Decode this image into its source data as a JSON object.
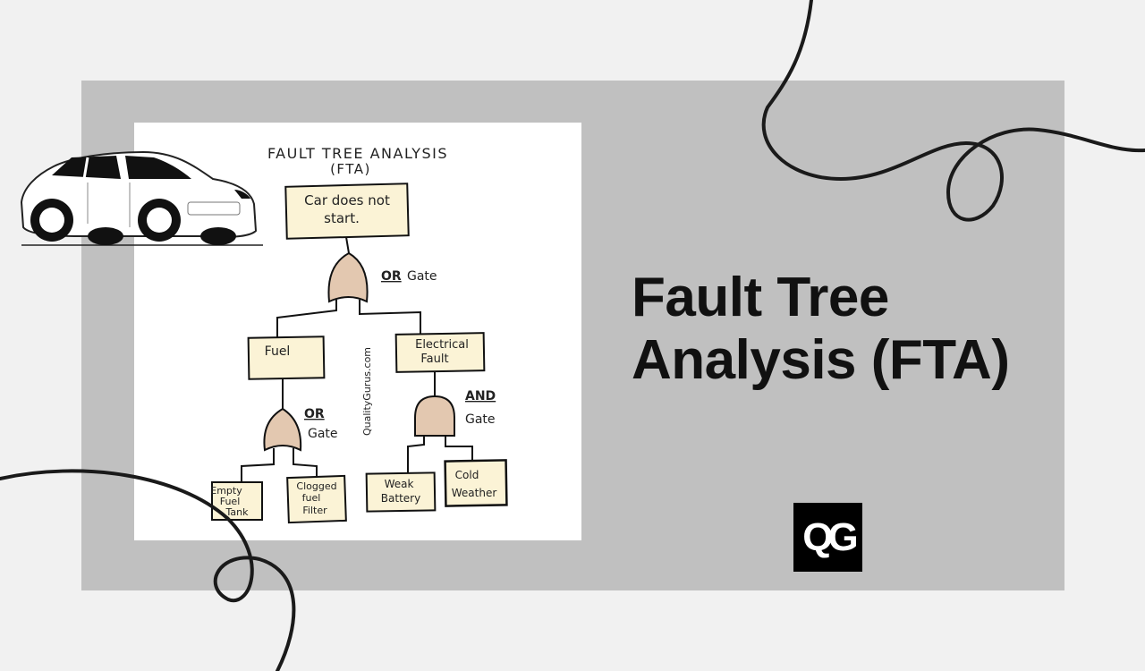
{
  "diagram": {
    "title_line1": "FAULT TREE ANALYSIS",
    "title_line2": "(FTA)",
    "top_event_line1": "Car does not",
    "top_event_line2": "start.",
    "or_gate_main_label1": "OR",
    "or_gate_main_label2": "Gate",
    "fuel_label": "Fuel",
    "electrical_line1": "Electrical",
    "electrical_line2": "Fault",
    "or_gate_fuel_label1": "OR",
    "or_gate_fuel_label2": "Gate",
    "and_gate_label1": "AND",
    "and_gate_label2": "Gate",
    "watermark": "QualityGurus.com",
    "empty_fuel_line1": "Empty",
    "empty_fuel_line2": "Fuel",
    "empty_fuel_line3": "Tank",
    "clogged_line1": "Clogged",
    "clogged_line2": "fuel",
    "clogged_line3": "Filter",
    "weak_battery_line1": "Weak",
    "weak_battery_line2": "Battery",
    "cold_weather_line1": "Cold",
    "cold_weather_line2": "Weather",
    "box_fill": "#fbf3d6",
    "gate_fill": "#e3c8b0"
  },
  "headline": {
    "line1": "Fault Tree",
    "line2": "Analysis (FTA)"
  },
  "logo": {
    "text": "QG"
  }
}
